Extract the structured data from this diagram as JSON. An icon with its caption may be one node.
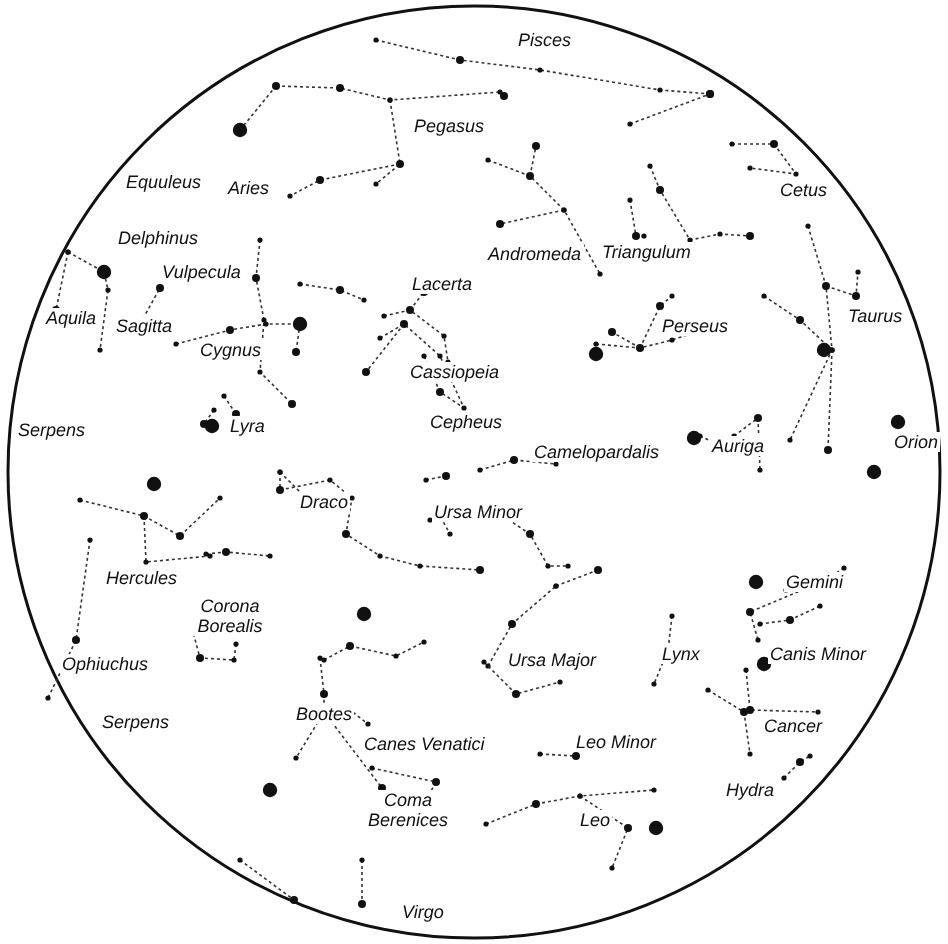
{
  "diagram": {
    "labels": [
      "Pisces",
      "Pegasus",
      "Equuleus",
      "Delphinus",
      "Aries",
      "Cetus",
      "Vulpecula",
      "Andromeda",
      "Triangulum",
      "Lacerta",
      "Aquila",
      "Sagitta",
      "Cygnus",
      "Taurus",
      "Perseus",
      "Cassiopeia",
      "Serpens",
      "Lyra",
      "Cepheus",
      "Orion",
      "Camelopardalis",
      "Auriga",
      "Draco",
      "Ursa Minor",
      "Hercules",
      "Gemini",
      "Corona Borealis",
      "Ursa Major",
      "Lynx",
      "Canis Minor",
      "Ophiuchus",
      "Serpens",
      "Bootes",
      "Canes Venatici",
      "Leo Minor",
      "Cancer",
      "Hydra",
      "Coma Berenices",
      "Leo",
      "Virgo"
    ]
  }
}
